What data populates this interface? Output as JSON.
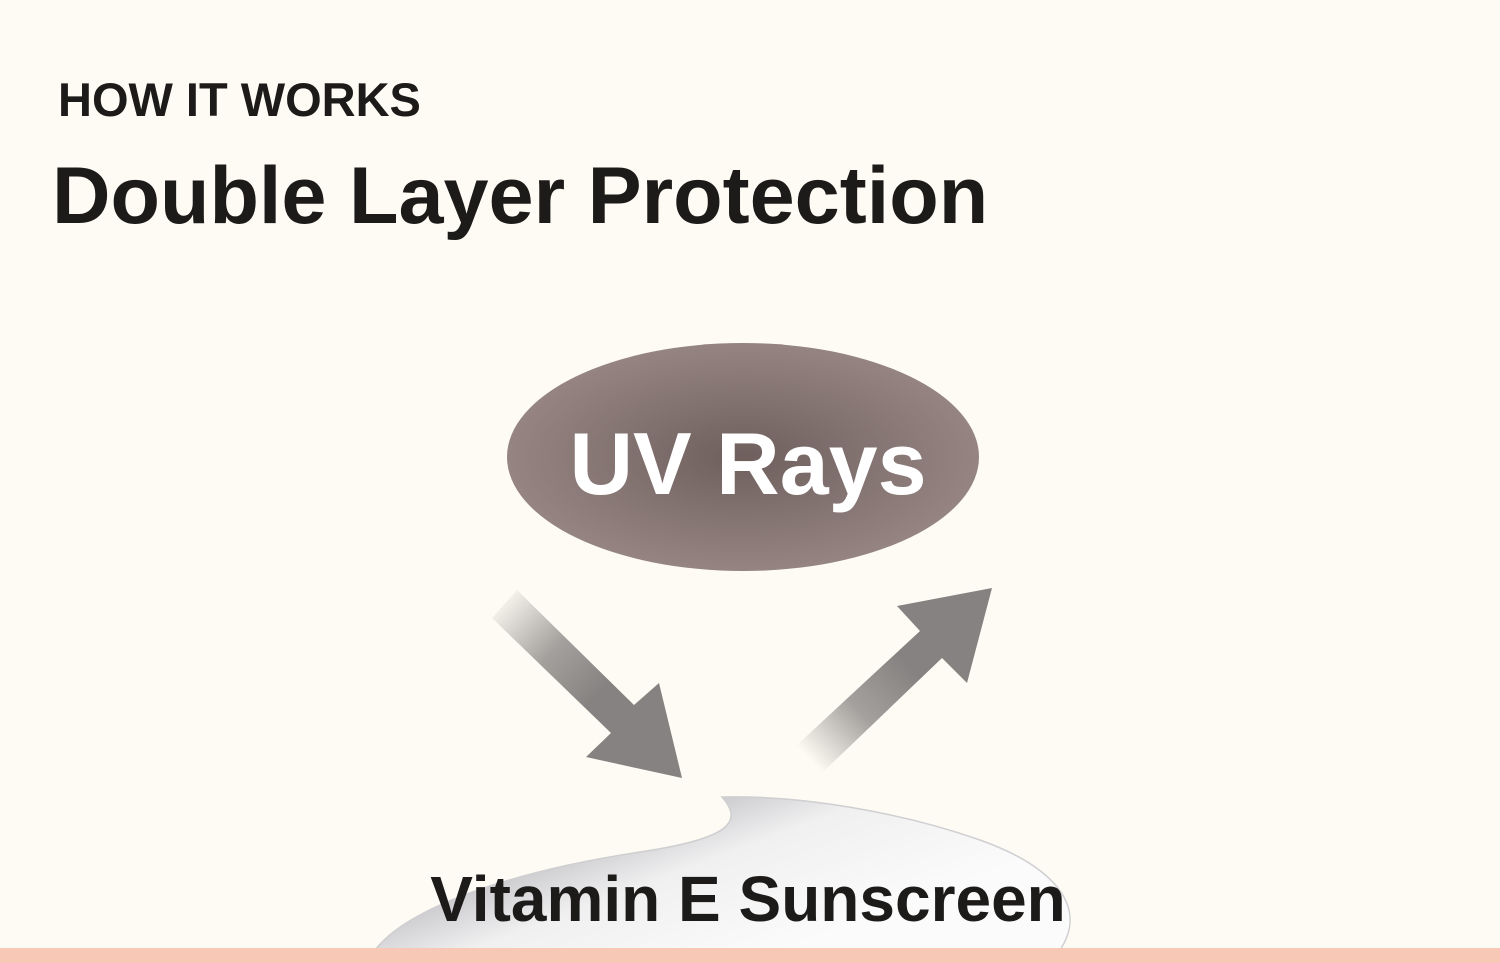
{
  "section": {
    "eyebrow": "HOW IT WORKS",
    "title": "Double Layer Protection"
  },
  "diagram": {
    "source_label": "UV Rays",
    "layer_label": "Vitamin E Sunscreen",
    "arrows": [
      {
        "name": "incoming",
        "direction": "down-right"
      },
      {
        "name": "reflected",
        "direction": "up-right"
      }
    ]
  },
  "colors": {
    "background": "#fdfbf3",
    "text": "#1c1b19",
    "uv_ellipse_center": "#6e5f5d",
    "uv_ellipse_edge": "#958482",
    "arrow": "#868281",
    "bottom_strip": "#f8c8b6"
  }
}
